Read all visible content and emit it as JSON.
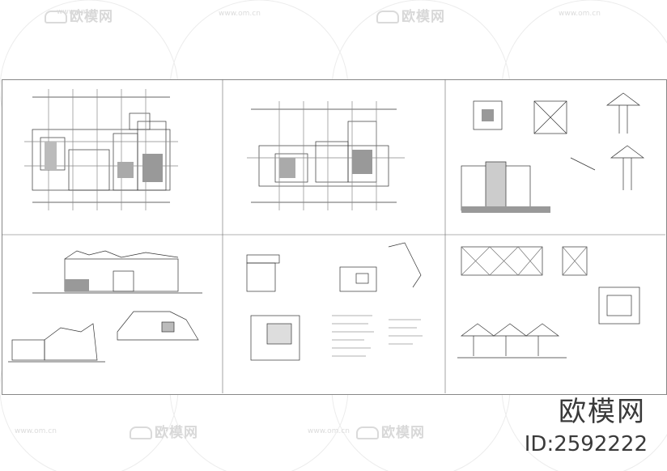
{
  "watermark": {
    "brand_text": "欧模网",
    "site_text": "www.om.cn"
  },
  "brand": {
    "name": "欧模网",
    "id_label": "ID:2592222"
  }
}
